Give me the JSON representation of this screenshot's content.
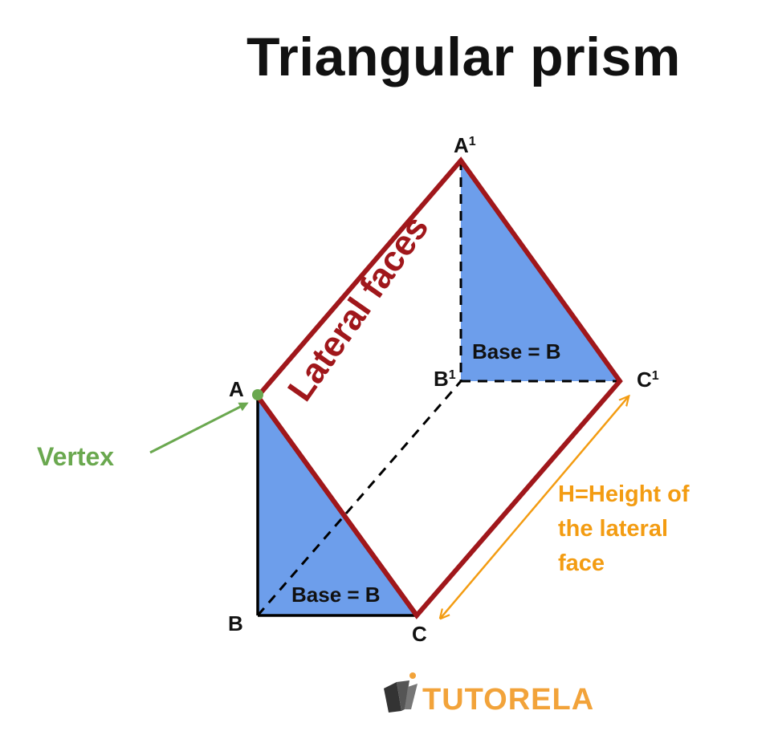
{
  "title": "Triangular prism",
  "vertices": {
    "A": {
      "letter": "A",
      "sup": ""
    },
    "B": {
      "letter": "B",
      "sup": ""
    },
    "C": {
      "letter": "C",
      "sup": ""
    },
    "A1": {
      "letter": "A",
      "sup": "1"
    },
    "B1": {
      "letter": "B",
      "sup": "1"
    },
    "C1": {
      "letter": "C",
      "sup": "1"
    }
  },
  "base_label_top": "Base = B",
  "base_label_bottom": "Base = B",
  "lateral_label": "Lateral faces",
  "vertex_label": "Vertex",
  "height_label": [
    "H=Height of",
    "the lateral",
    "face"
  ],
  "brand": "TUTORELA",
  "colors": {
    "edge_red": "#a0171b",
    "base_fill": "#6d9eeb",
    "vertex_green": "#6aa84f",
    "height_orange": "#f39c12",
    "brand_orange": "#f2a33a",
    "edge_black": "#000000"
  }
}
